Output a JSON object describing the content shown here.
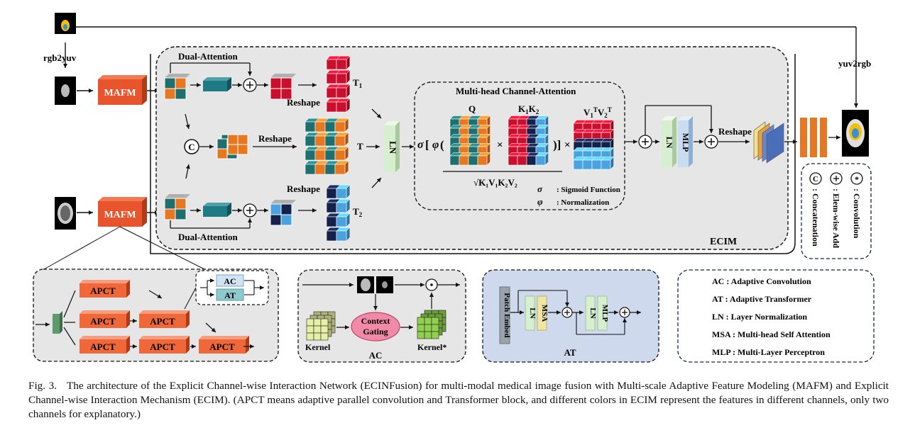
{
  "input": {
    "rgb2yuv": "rgb2yuv",
    "yuv2rgb": "yuv2rgb"
  },
  "mafm": {
    "top": "MAFM",
    "bottom": "MAFM"
  },
  "ecim": {
    "dual_attention_top": "Dual-Attention",
    "dual_attention_bottom": "Dual-Attention",
    "reshape_t1": "Reshape",
    "reshape_t": "Reshape",
    "reshape_t2": "Reshape",
    "reshape_out": "Reshape",
    "t1": "T",
    "t1_sub": "1",
    "t": "T",
    "t2": "T",
    "t2_sub": "2",
    "ln": "LN",
    "ln2": "LN",
    "mlp": "MLP",
    "label": "ECIM",
    "concat_symbol": "C",
    "mhca": {
      "title": "Multi-head Channel-Attention",
      "q": "Q",
      "k": "K",
      "k_sub1": "1",
      "k_sub2": "2",
      "v": "V",
      "v_sub1": "1",
      "v_sup1": "T",
      "v_sub2": "2",
      "v_sup2": "T",
      "sigma": "σ",
      "phi": "φ",
      "open": "[",
      "open_paren": "(",
      "close": ")]",
      "close_paren": ")",
      "times": "×",
      "sqrt": "√K₁V₁K₂V₂",
      "sigmoid_legend": ": Sigmoid Function",
      "norm_legend": ": Normalization"
    }
  },
  "legend_symbols": {
    "concatenation": "Concatenation",
    "elem_add": "Elem-wise Add",
    "convolution": "Convolution"
  },
  "apct": {
    "label": "APCT",
    "ac": "AC",
    "at": "AT"
  },
  "ac_panel": {
    "kernel": "Kernel",
    "kernel_star": "Kernel*",
    "context": "Context",
    "gating": "Gating",
    "title": "AC"
  },
  "at_panel": {
    "patch_embed": "Patch Embed",
    "ln": "LN",
    "msa": "MSA",
    "mlp": "MLP",
    "title": "AT"
  },
  "abbrev_legend": [
    "AC : Adaptive Convolution",
    "AT : Adaptive Transformer",
    "LN : Layer Normalization",
    "MSA : Multi-head Self Attention",
    "MLP : Multi-Layer Perceptron"
  ],
  "caption": {
    "fig": "Fig. 3.",
    "text": "The architecture of the Explicit Channel-wise Interaction Network (ECINFusion) for multi-modal medical image fusion with Multi-scale Adaptive Feature Modeling (MAFM) and Explicit Channel-wise Interaction Mechanism (ECIM). (APCT means adaptive parallel convolution and Transformer block, and different colors in ECIM represent the features in different channels, only two channels for explanatory.)"
  },
  "colors": {
    "panel_bg": "#e6e6e6",
    "at_bg": "#cfd9ee",
    "mafm": "#e8542c",
    "apct": "#f0673a",
    "ln": "#d7efcf",
    "mlp": "#c9dcf0",
    "red": "#c8102e",
    "teal": "#1f6f6f",
    "orange": "#e87722",
    "navy": "#14214a",
    "sky": "#4aa3df"
  }
}
